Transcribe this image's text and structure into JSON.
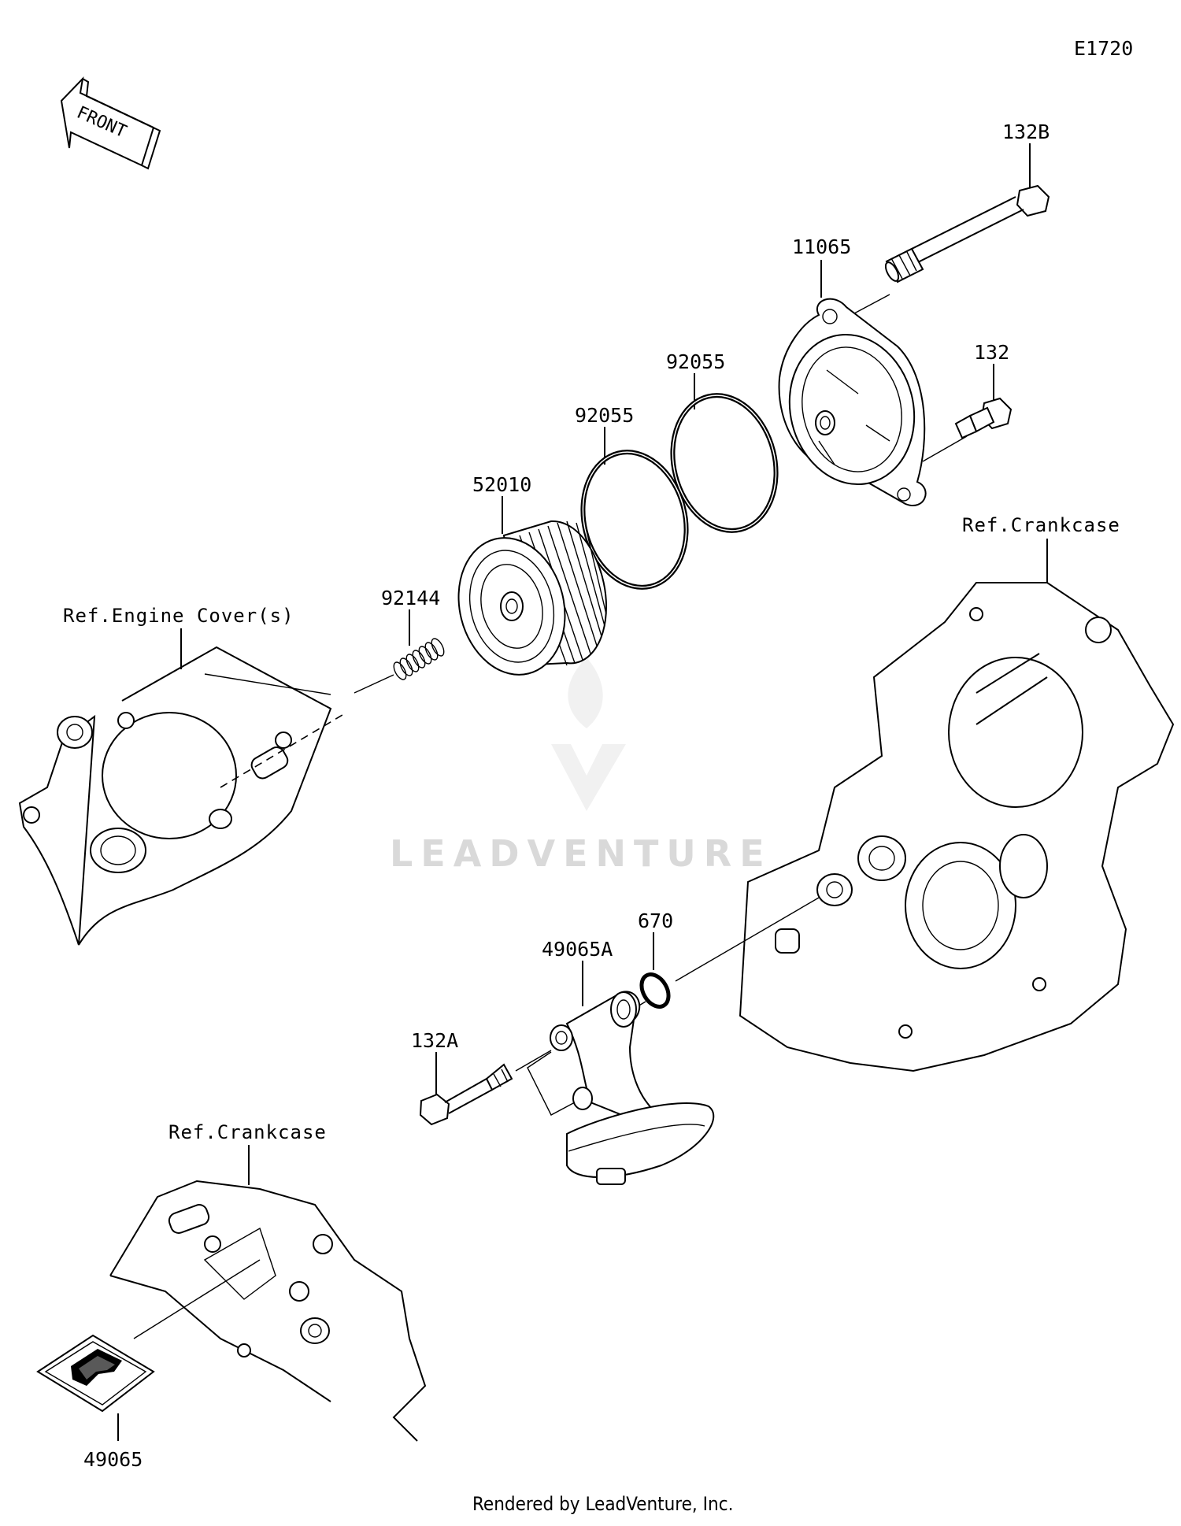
{
  "diagram_code": "E1720",
  "front_label": "FRONT",
  "parts": {
    "p132B": "132B",
    "p11065": "11065",
    "p132": "132",
    "p92055a": "92055",
    "p92055b": "92055",
    "p52010": "52010",
    "p92144": "92144",
    "p670": "670",
    "p49065A": "49065A",
    "p132A": "132A",
    "p49065": "49065"
  },
  "refs": {
    "crankcase_upper": "Ref.Crankcase",
    "engine_cover": "Ref.Engine Cover(s)",
    "crankcase_lower": "Ref.Crankcase"
  },
  "watermark": "LEADVENTURE",
  "footer": "Rendered by LeadVenture, Inc."
}
